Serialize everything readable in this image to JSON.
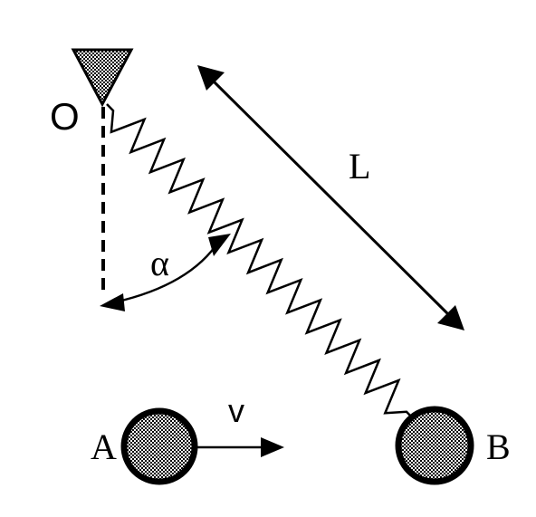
{
  "labels": {
    "pivot": "O",
    "length": "L",
    "angle": "α",
    "velocity": "v",
    "ball_a": "A",
    "ball_b": "B"
  },
  "colors": {
    "ink": "#000000",
    "background": "#ffffff"
  },
  "spring": {
    "coil_count": 15
  }
}
